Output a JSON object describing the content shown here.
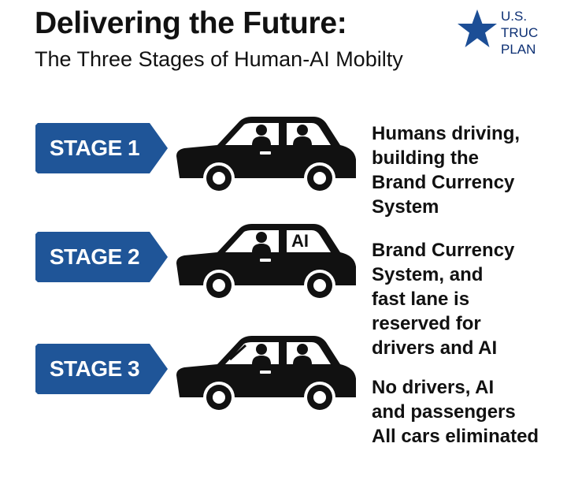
{
  "header": {
    "title": "Delivering the Future:",
    "subtitle": "The Three Stages of Human-AI Mobilty"
  },
  "logo": {
    "line1": "U.S.",
    "line2": "TRUC",
    "line3": "PLAN",
    "icon": "star-icon",
    "color": "#0c2f73"
  },
  "colors": {
    "badge": "#1f5598",
    "car": "#111111"
  },
  "stages": [
    {
      "label": "STAGE 1",
      "description": "Humans driving,\nbuilding the\nBrand Currency\nSystem"
    },
    {
      "label": "STAGE 2",
      "car_label": "AI",
      "description": "Brand Currency\nSystem, and\nfast lane is\nreserved for\ndrivers and AI"
    },
    {
      "label": "STAGE 3",
      "description": "No drivers, AI\nand passengers\nAll cars eliminated"
    }
  ]
}
